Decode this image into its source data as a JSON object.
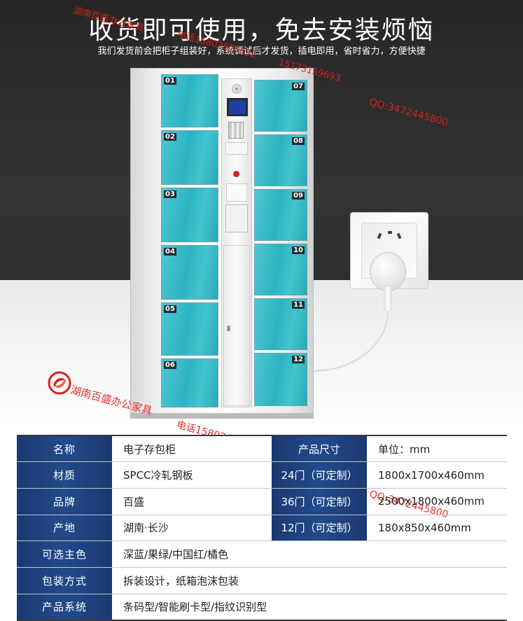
{
  "header": {
    "headline": "收货即可使用，免去安装烦恼",
    "subline": "我们发货前会把柜子组装好，系统调试后才发货，插电即用，省时省力，方便快捷"
  },
  "cabinet": {
    "left_doors": [
      "01",
      "02",
      "03",
      "04",
      "05",
      "06"
    ],
    "right_doors": [
      "07",
      "08",
      "09",
      "10",
      "11",
      "12"
    ]
  },
  "watermark": {
    "company": "湖南百盛办公家具",
    "phone": "电话15802675532",
    "phone2": "15173139693",
    "qq": "QQ:3472445800"
  },
  "specs": {
    "rows": [
      {
        "label": "名称",
        "value": "电子存包柜",
        "label2": "产品尺寸",
        "value2": "单位：mm"
      },
      {
        "label": "材质",
        "value": "SPCC冷轧钢板",
        "label2": "24门（可定制）",
        "value2": "1800x1700x460mm"
      },
      {
        "label": "品牌",
        "value": "百盛",
        "label2": "36门（可定制）",
        "value2": "2500x1800x460mm"
      },
      {
        "label": "产地",
        "value": "湖南·长沙",
        "label2": "12门（可定制）",
        "value2": "180x850x460mm"
      }
    ],
    "full_rows": [
      {
        "label": "可选主色",
        "value": "深蓝/果绿/中国红/橘色"
      },
      {
        "label": "包装方式",
        "value": "拆装设计，纸箱泡沫包装"
      },
      {
        "label": "产品系统",
        "value": "条码型/智能刷卡型/指纹识别型"
      }
    ]
  }
}
